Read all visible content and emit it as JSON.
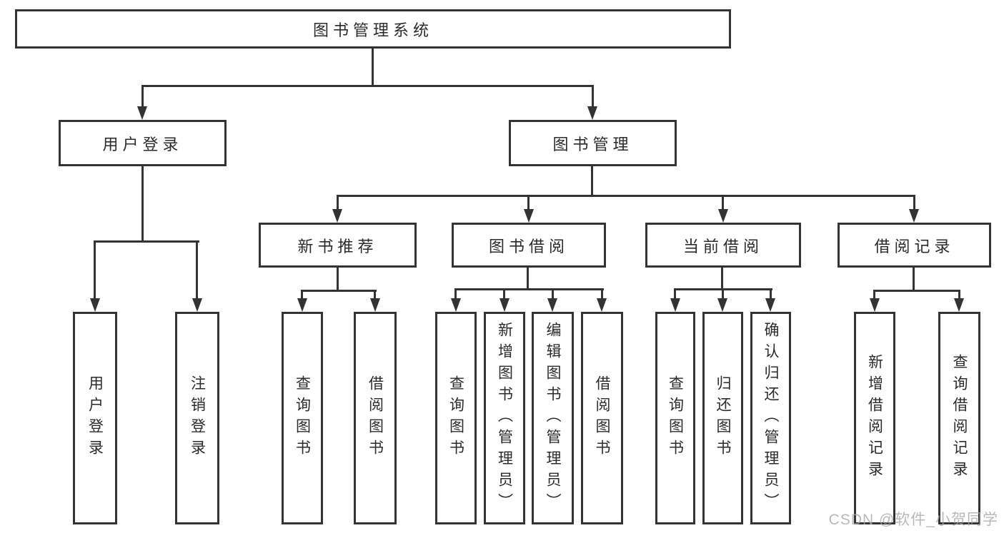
{
  "diagram": {
    "root": {
      "label": "图书管理系统"
    },
    "level2": [
      {
        "label": "用户登录"
      },
      {
        "label": "图书管理"
      }
    ],
    "level3": [
      {
        "label": "新书推荐"
      },
      {
        "label": "图书借阅"
      },
      {
        "label": "当前借阅"
      },
      {
        "label": "借阅记录"
      }
    ],
    "level4": [
      {
        "label": "用户登录"
      },
      {
        "label": "注销登录"
      },
      {
        "label": "查询图书"
      },
      {
        "label": "借阅图书"
      },
      {
        "label": "查询图书"
      },
      {
        "label": "新增图书（管理员）"
      },
      {
        "label": "编辑图书（管理员）"
      },
      {
        "label": "借阅图书"
      },
      {
        "label": "查询图书"
      },
      {
        "label": "归还图书"
      },
      {
        "label": "确认归还（管理员）"
      },
      {
        "label": "新增借阅记录"
      },
      {
        "label": "查询借阅记录"
      }
    ],
    "colors": {
      "line": "#333333",
      "text": "#2b2b2b",
      "background": "#ffffff",
      "watermark": "#a8a8a8"
    }
  },
  "watermark": {
    "text": "CSDN @软件_小贺同学"
  }
}
